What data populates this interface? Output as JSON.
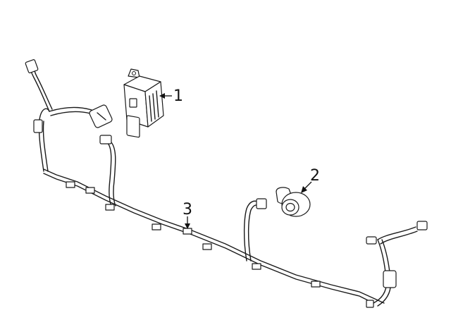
{
  "callouts": [
    {
      "label": "1",
      "part": "control-module"
    },
    {
      "label": "2",
      "part": "parking-sensor"
    },
    {
      "label": "3",
      "part": "wiring-harness"
    }
  ],
  "colors": {
    "line": "#1a1a1a",
    "background": "#ffffff"
  }
}
